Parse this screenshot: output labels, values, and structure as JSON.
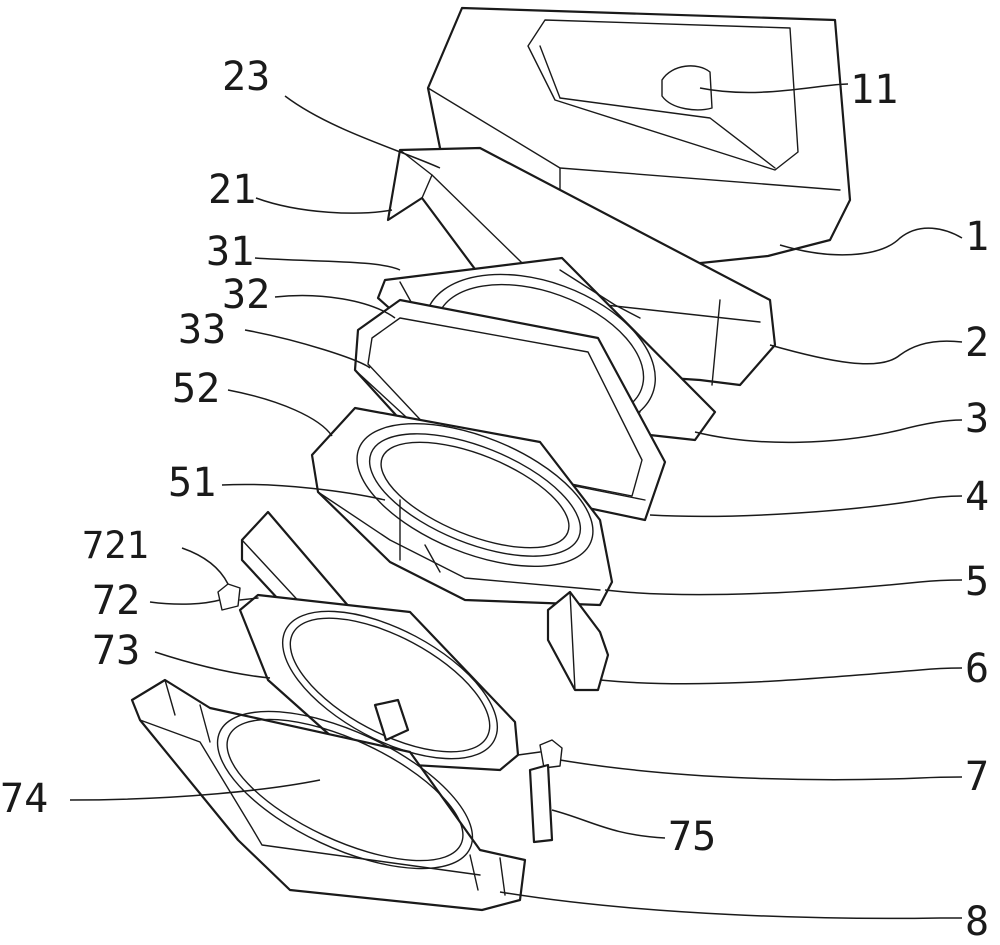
{
  "diagram": {
    "labels": {
      "l1": "1",
      "l11": "11",
      "l2": "2",
      "l21": "21",
      "l23": "23",
      "l3": "3",
      "l31": "31",
      "l32": "32",
      "l33": "33",
      "l4": "4",
      "l5": "5",
      "l51": "51",
      "l52": "52",
      "l6": "6",
      "l7": "7",
      "l72": "72",
      "l721": "721",
      "l73": "73",
      "l74": "74",
      "l75": "75",
      "l8": "8"
    }
  }
}
